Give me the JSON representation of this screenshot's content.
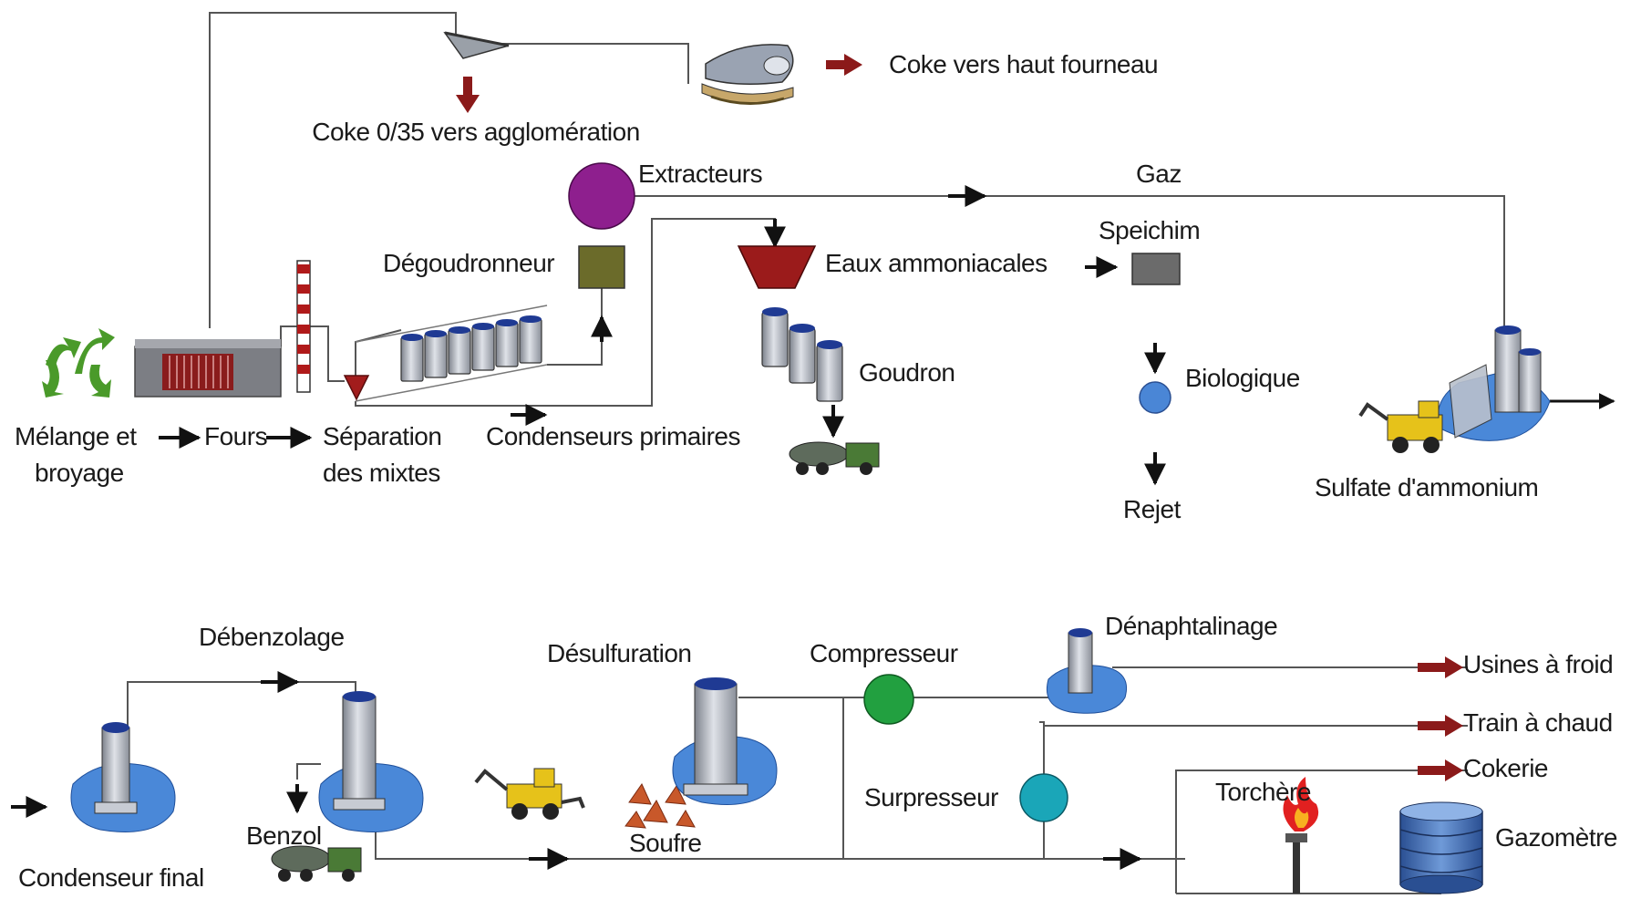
{
  "labels": {
    "coke_agglo": "Coke 0/35 vers agglomération",
    "coke_haut_fourneau": "Coke vers haut fourneau",
    "extracteurs": "Extracteurs",
    "gaz": "Gaz",
    "speichim": "Speichim",
    "degoudronneur": "Dégoudronneur",
    "eaux_ammoniacales": "Eaux ammoniacales",
    "goudron": "Goudron",
    "biologique": "Biologique",
    "rejet": "Rejet",
    "melange_line1": "Mélange et",
    "melange_line2": "broyage",
    "fours": "Fours",
    "separation_line1": "Séparation",
    "separation_line2": "des mixtes",
    "condenseurs_primaires": "Condenseurs primaires",
    "sulfate": "Sulfate d'ammonium",
    "debenzolage": "Débenzolage",
    "desulfuration": "Désulfuration",
    "compresseur": "Compresseur",
    "denaphtalinage": "Dénaphtalinage",
    "usines_froid": "Usines à froid",
    "train_chaud": "Train à chaud",
    "cokerie": "Cokerie",
    "surpresseur": "Surpresseur",
    "torchere": "Torchère",
    "gazometre": "Gazomètre",
    "benzol": "Benzol",
    "soufre": "Soufre",
    "condenseur_final": "Condenseur final"
  },
  "colors": {
    "pipe": "#555555",
    "arrow_black": "#111111",
    "arrow_red": "#8b1a1a",
    "extracteur": "#8e1f8e",
    "degoudronneur": "#6b6b2a",
    "decanter": "#9b1b1b",
    "speichim": "#6b6b6b",
    "biologique": "#4a86d6",
    "compresseur": "#22a040",
    "surpresseur": "#1aa6b8",
    "water": "#4a88d8",
    "tank": "#b8bcc4",
    "tank_cap": "#1f3a93",
    "gazometre": "#3a66b0",
    "ovens": "#8a2a2a"
  },
  "icons": [
    "mixer-icon",
    "coke-oven-icon",
    "chimney-icon",
    "hopper-icon",
    "coke-train-icon",
    "condenser-icon",
    "tanker-truck-icon",
    "excavator-icon",
    "torch-flame-icon",
    "gasometer-icon",
    "column-tank-icon"
  ]
}
